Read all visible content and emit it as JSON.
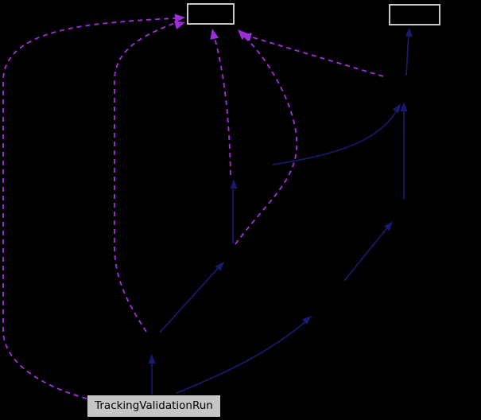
{
  "graph": {
    "type": "collaboration-graph",
    "nodes": [
      {
        "id": "base-box-left",
        "label": "",
        "variant": "outlined-empty"
      },
      {
        "id": "base-box-right",
        "label": "",
        "variant": "outlined-empty"
      },
      {
        "id": "main-node",
        "label": "TrackingValidationRun",
        "variant": "filled"
      }
    ],
    "edge_styles": {
      "solid": "inheritance",
      "dashed": "usage"
    }
  },
  "colors": {
    "background": "#000000",
    "edge-inheritance": "#191970",
    "edge-usage": "#9e2fd8",
    "box-border": "#c8c8c8",
    "node-fill": "#c6c6c6",
    "node-text": "#000000"
  }
}
